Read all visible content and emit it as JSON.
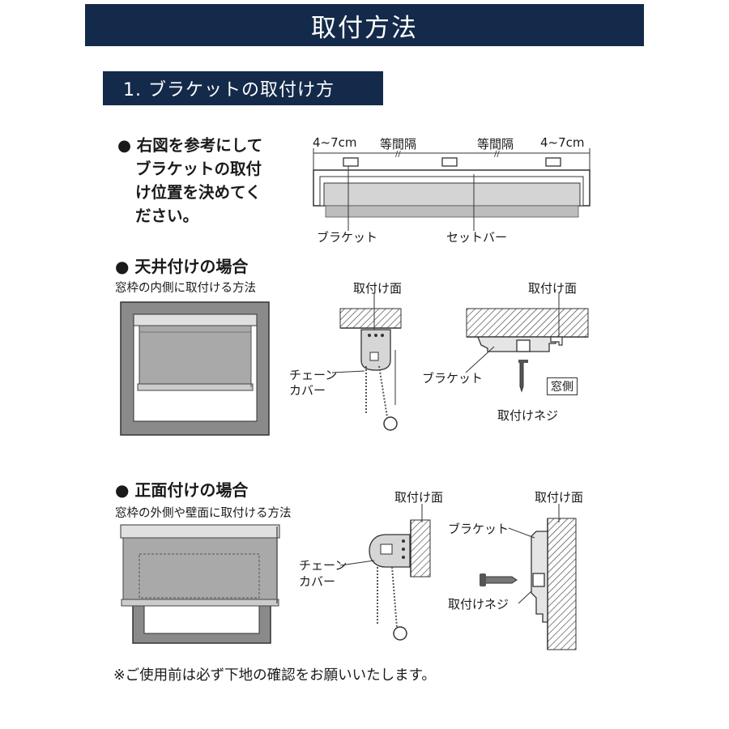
{
  "header": {
    "title": "取付方法"
  },
  "section1": {
    "heading": "1. ブラケットの取付け方",
    "intro_lines": [
      "● 右図を参考にして",
      "ブラケットの取付",
      "け位置を決めてく",
      "ださい。"
    ],
    "dim_labels": {
      "edge_left": "4~7cm",
      "equal_left": "等間隔",
      "equal_right": "等間隔",
      "edge_right": "4~7cm"
    },
    "labels": {
      "bracket": "ブラケット",
      "set_bar": "セットバー"
    }
  },
  "ceiling": {
    "heading": "● 天井付けの場合",
    "description": "窓枠の内側に取付ける方法",
    "mount_surface_1": "取付け面",
    "mount_surface_2": "取付け面",
    "chain_cover_line1": "チェーン",
    "chain_cover_line2": "カバー",
    "bracket": "ブラケット",
    "window_side": "窓側",
    "screw": "取付けネジ"
  },
  "front": {
    "heading": "● 正面付けの場合",
    "description": "窓枠の外側や壁面に取付ける方法",
    "mount_surface_1": "取付け面",
    "mount_surface_2": "取付け面",
    "chain_cover_line1": "チェーン",
    "chain_cover_line2": "カバー",
    "bracket": "ブラケット",
    "screw": "取付けネジ"
  },
  "footer": {
    "note": "※ご使用前は必ず下地の確認をお願いいたします。"
  }
}
